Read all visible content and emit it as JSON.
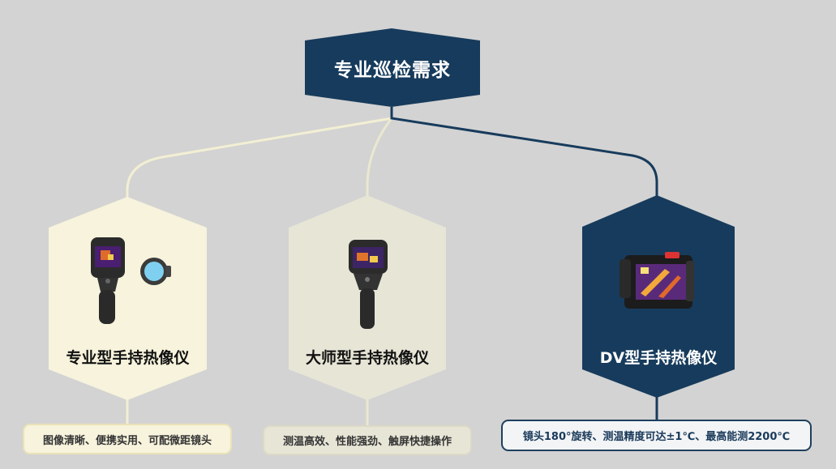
{
  "diagram": {
    "root": {
      "label": "专业巡检需求"
    },
    "nodes": [
      {
        "label": "专业型手持热像仪",
        "description": "图像清晰、便携实用、可配微距镜头"
      },
      {
        "label": "大师型手持热像仪",
        "description": "测温高效、性能强劲、触屏快捷操作"
      },
      {
        "label": "DV型手持热像仪",
        "description": "镜头180°旋转、测温精度可达±1℃、最高能测2200℃"
      }
    ]
  },
  "colors": {
    "background": "#d3d3d3",
    "navy": "#173b5c",
    "cream": "#f7f3dc",
    "beige": "#e7e5d6",
    "connector_light": "#f3efd3"
  }
}
